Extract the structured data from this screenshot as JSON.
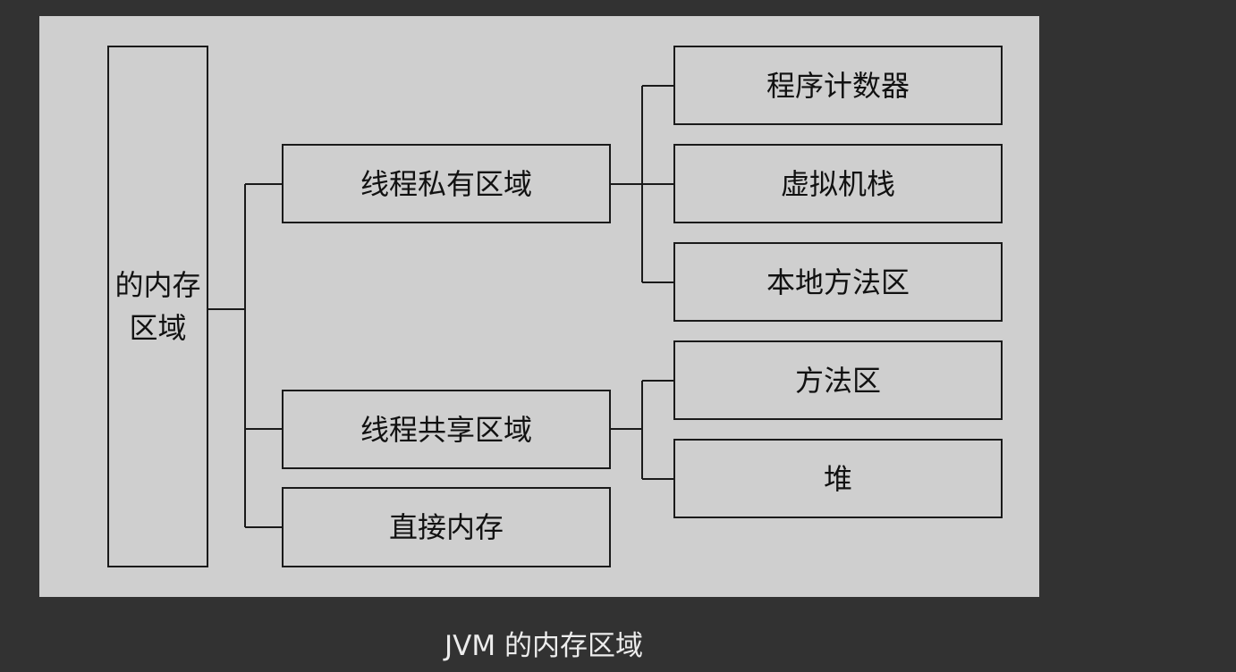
{
  "diagram": {
    "root": "的内存区域",
    "groups": {
      "thread_private": {
        "label": "线程私有区域",
        "children": [
          "程序计数器",
          "虚拟机栈",
          "本地方法区"
        ]
      },
      "thread_shared": {
        "label": "线程共享区域",
        "children": [
          "方法区",
          "堆"
        ]
      },
      "direct_memory": {
        "label": "直接内存"
      }
    },
    "colors": {
      "page_background": "#323232",
      "panel_background": "#cfcfcf",
      "line": "#1a1a1a",
      "caption_text": "#ededed"
    }
  },
  "caption": "JVM 的内存区域"
}
